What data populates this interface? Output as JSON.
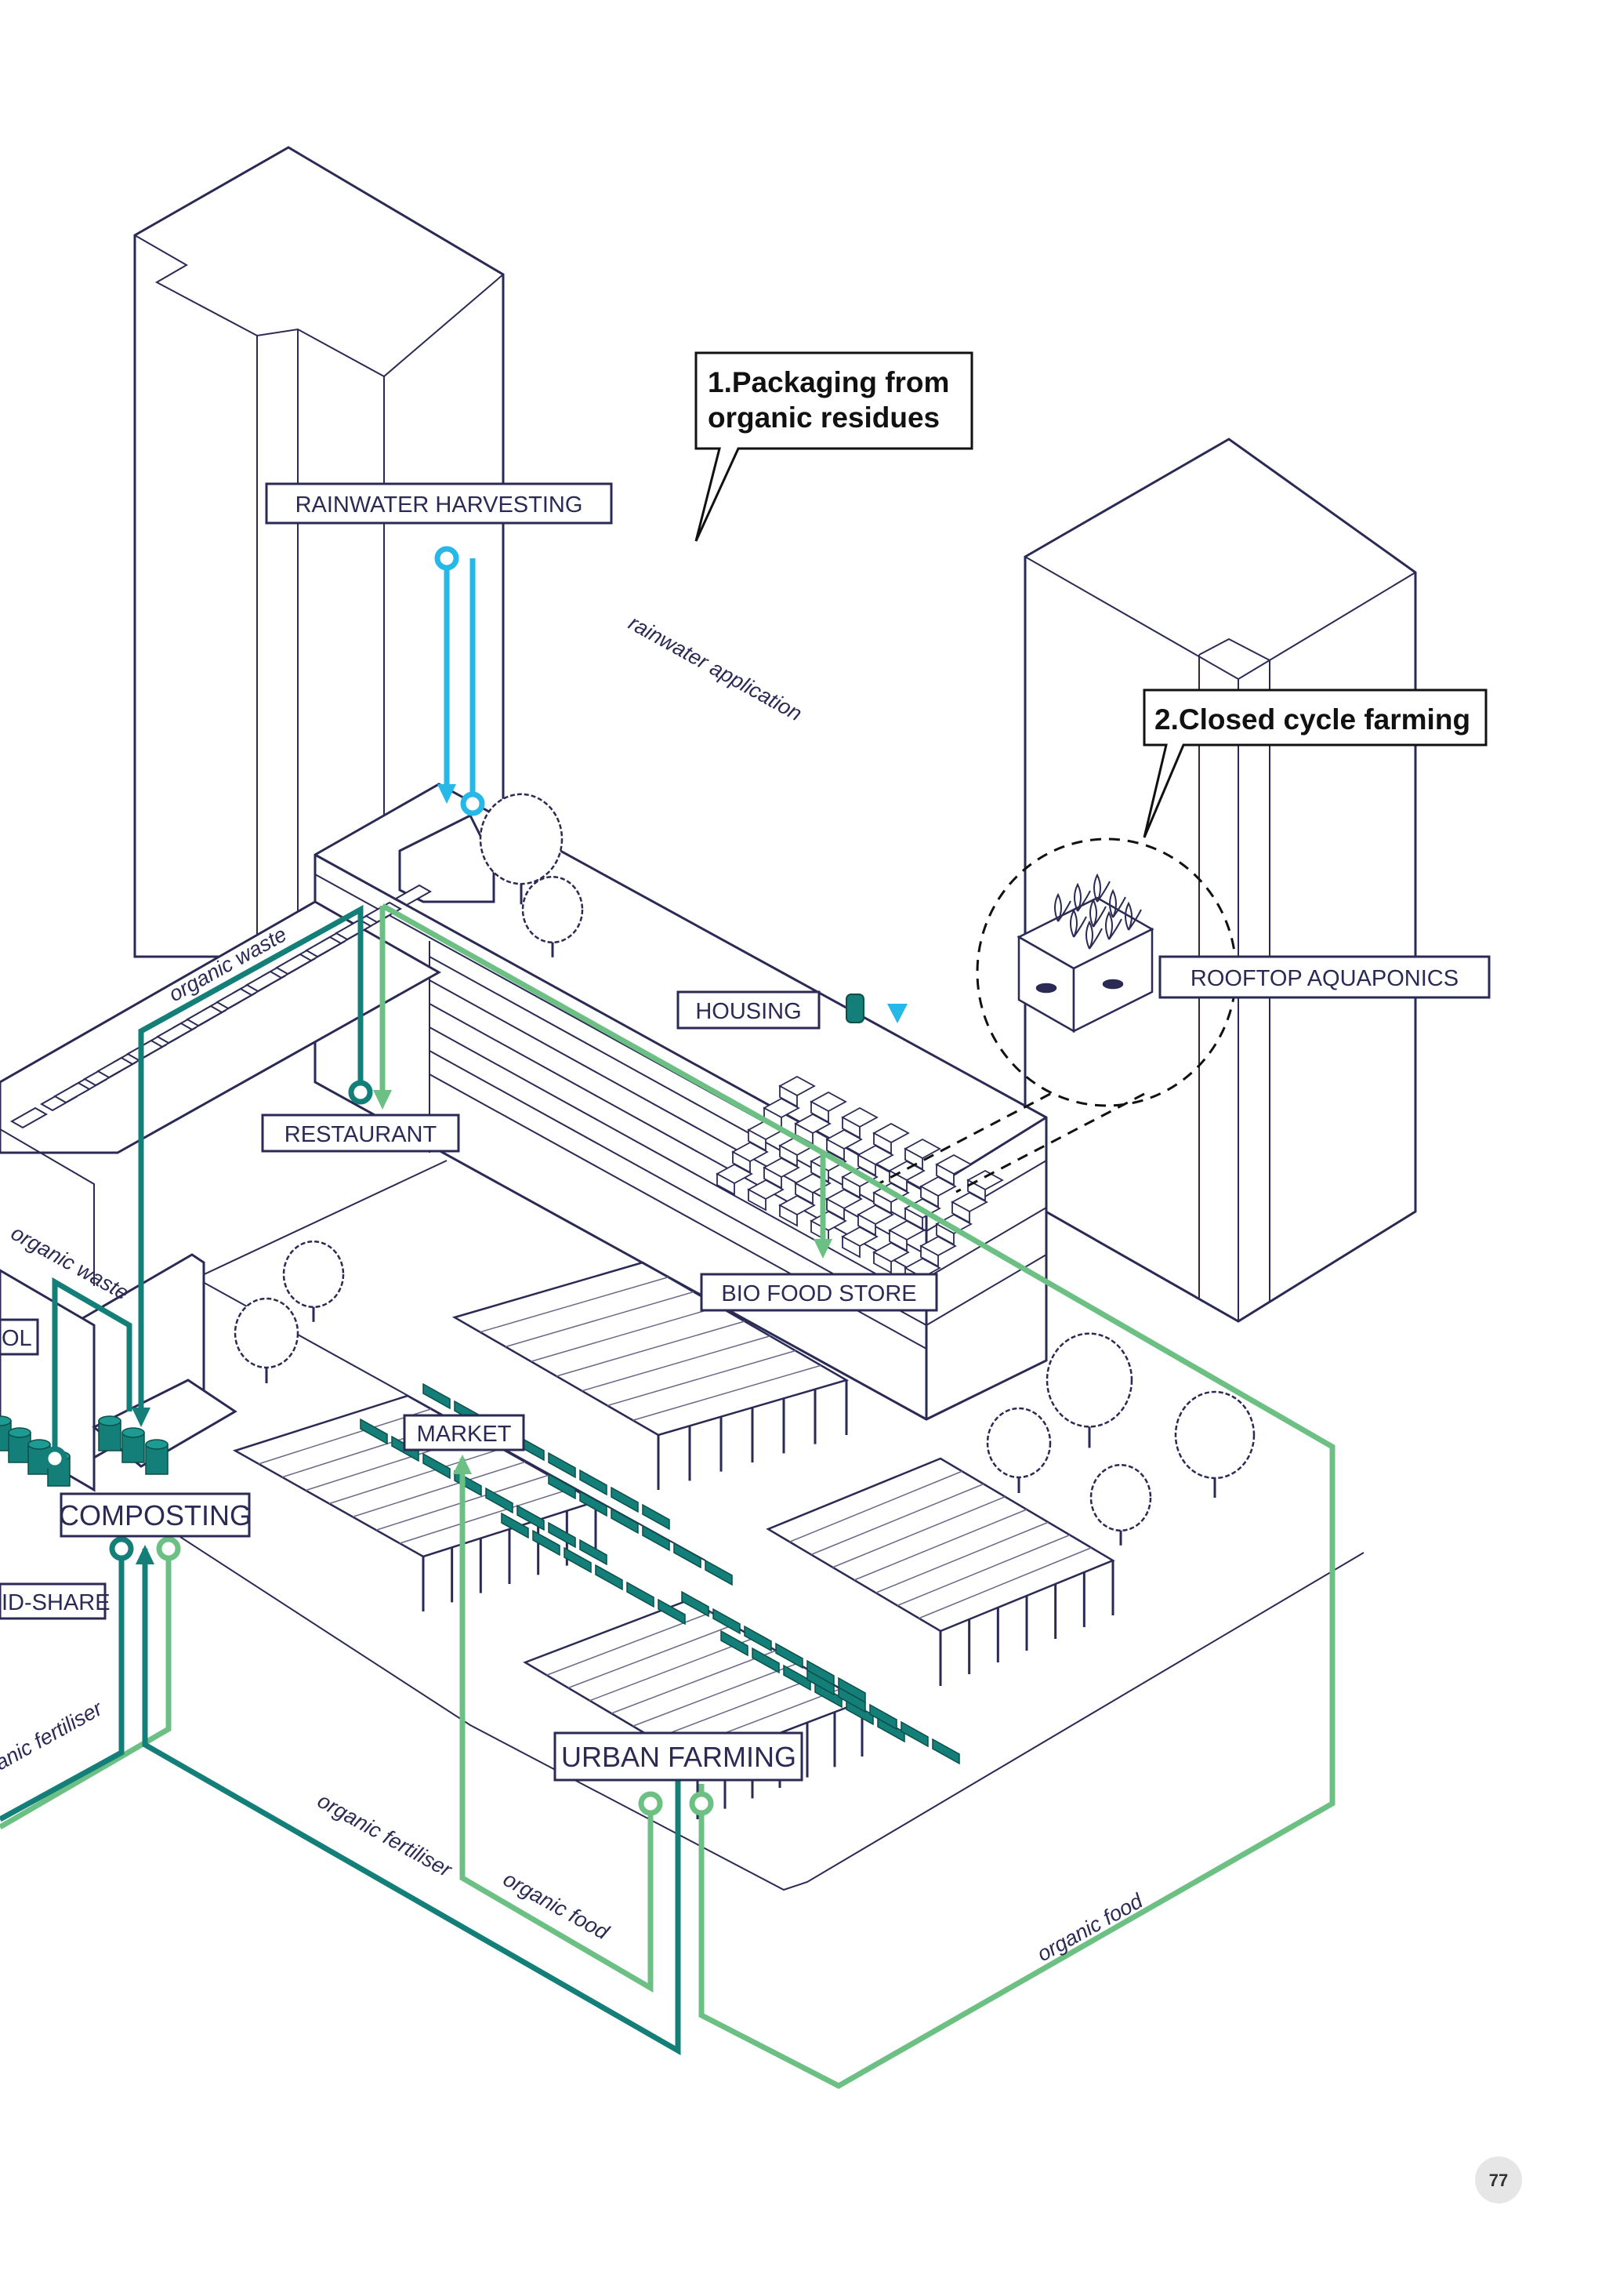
{
  "labels": {
    "rainwater_harvesting": "RAINWATER HARVESTING",
    "housing": "HOUSING",
    "restaurant": "RESTAURANT",
    "bio_food_store": "BIO FOOD STORE",
    "rooftop_aquaponics": "ROOFTOP AQUAPONICS",
    "market": "MARKET",
    "composting": "COMPOSTING",
    "urban_farming": "URBAN FARMING",
    "school_partial": "OL",
    "share_partial": "ID-SHARE"
  },
  "callouts": {
    "packaging_line1": "1.Packaging from",
    "packaging_line2": "organic residues",
    "closed_cycle": "2.Closed cycle farming"
  },
  "flows": {
    "rainwater_application": "rainwater application",
    "organic_waste_top": "organic waste",
    "organic_waste_left": "organic waste",
    "organic_fertiliser_left": "anic fertiliser",
    "organic_fertiliser_bottom": "organic fertiliser",
    "organic_food_left": "organic food",
    "organic_food_right": "organic food"
  },
  "page_number": "77",
  "colors": {
    "rainwater": "#26b8e6",
    "waste": "#137f78",
    "food": "#6cc083",
    "outline": "#2a2a55"
  }
}
